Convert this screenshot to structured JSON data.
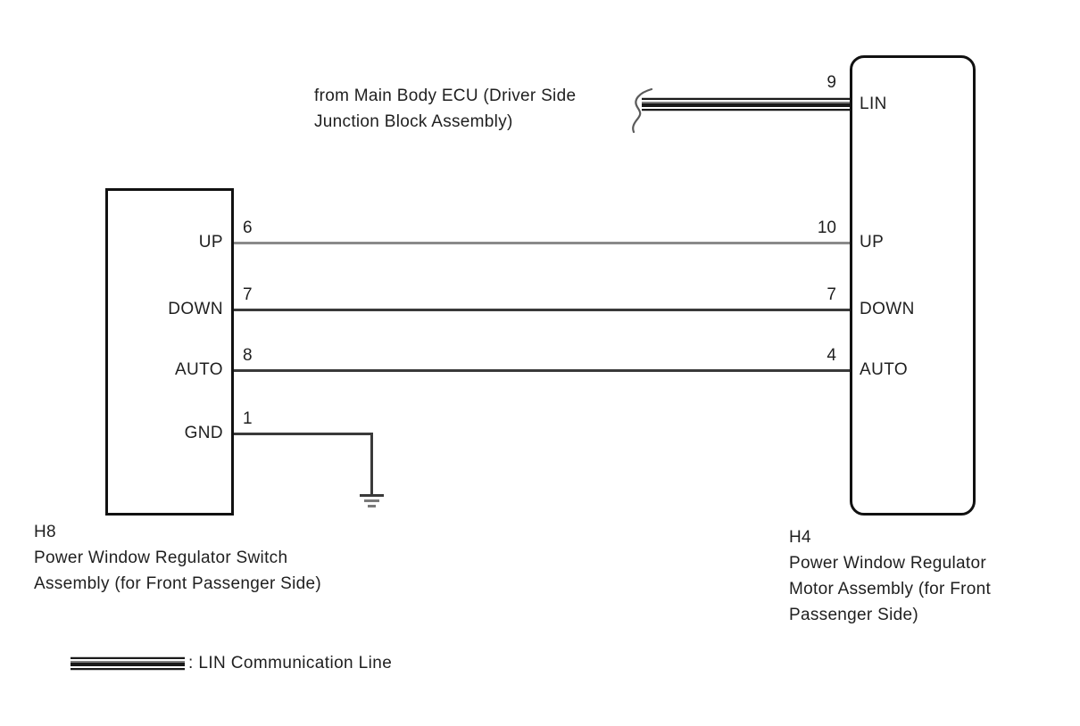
{
  "ecu_note": {
    "line1": "from Main Body ECU (Driver Side",
    "line2": "Junction Block Assembly)"
  },
  "switch_connector": {
    "code": "H8",
    "desc_line1": "Power Window Regulator Switch",
    "desc_line2": "Assembly (for Front Passenger Side)",
    "pins": [
      {
        "number": "6",
        "label": "UP"
      },
      {
        "number": "7",
        "label": "DOWN"
      },
      {
        "number": "8",
        "label": "AUTO"
      },
      {
        "number": "1",
        "label": "GND"
      }
    ]
  },
  "motor_connector": {
    "code": "H4",
    "desc_line1": "Power Window Regulator",
    "desc_line2": "Motor Assembly (for Front",
    "desc_line3": "Passenger Side)",
    "pins": [
      {
        "number": "9",
        "label": "LIN"
      },
      {
        "number": "10",
        "label": "UP"
      },
      {
        "number": "7",
        "label": "DOWN"
      },
      {
        "number": "4",
        "label": "AUTO"
      }
    ]
  },
  "legend": {
    "lin_label": ": LIN Communication Line"
  },
  "colors": {
    "wire_gray": "#8a8a8a",
    "wire_dark": "#3a3a3a",
    "outline": "#111111",
    "text_color": "#1f1f1f"
  }
}
